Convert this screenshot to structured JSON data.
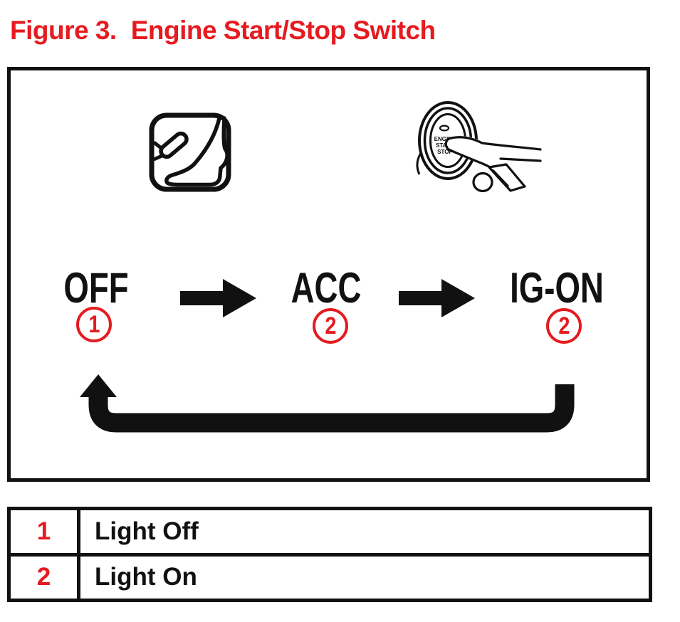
{
  "colors": {
    "accent_red": "#e51b20",
    "ink": "#111111",
    "background": "#ffffff"
  },
  "title": {
    "figure_label": "Figure 3.",
    "figure_caption": "Engine Start/Stop Switch"
  },
  "diagram": {
    "states": [
      {
        "label": "OFF",
        "marker": "1"
      },
      {
        "label": "ACC",
        "marker": "2"
      },
      {
        "label": "IG-ON",
        "marker": "2"
      }
    ],
    "start_button_text": {
      "line1": "ENGINE",
      "line2": "START",
      "line3": "STOP"
    },
    "icons": {
      "brake_pedal": "brake-pedal-icon",
      "start_button": "engine-start-stop-button-icon",
      "flow_arrow": "right-arrow-icon",
      "return_arrow": "u-turn-return-arrow-icon"
    }
  },
  "legend": {
    "rows": [
      {
        "key": "1",
        "label": "Light Off"
      },
      {
        "key": "2",
        "label": "Light On"
      }
    ]
  }
}
